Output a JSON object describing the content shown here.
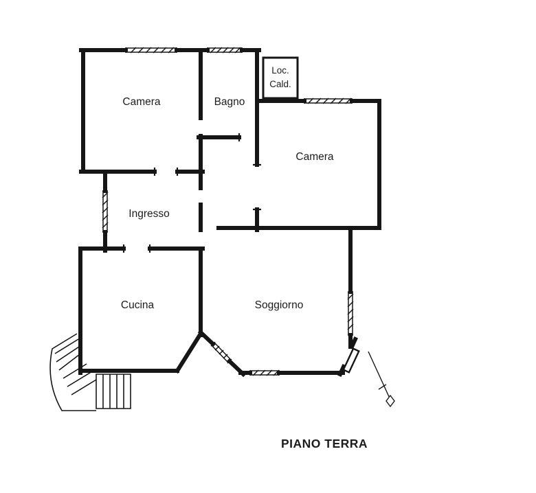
{
  "page": {
    "background": "#ffffff"
  },
  "title": {
    "text": "PIANO TERRA"
  },
  "plan": {
    "rooms": [
      {
        "id": "camera-1",
        "label": "Camera"
      },
      {
        "id": "bagno",
        "label": "Bagno"
      },
      {
        "id": "camera-2",
        "label": "Camera"
      },
      {
        "id": "ingresso",
        "label": "Ingresso"
      },
      {
        "id": "cucina",
        "label": "Cucina"
      },
      {
        "id": "soggiorno",
        "label": "Soggiorno"
      }
    ],
    "boiler_room": {
      "label_line1": "Loc.",
      "label_line2": "Cald."
    },
    "colors": {
      "wall": "#161616",
      "text": "#1c1c1c",
      "background": "#ffffff"
    }
  }
}
